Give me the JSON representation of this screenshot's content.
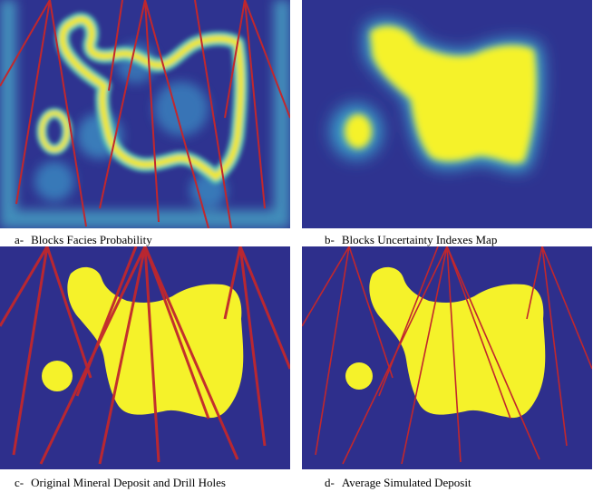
{
  "figure": {
    "panels": [
      {
        "id": "a",
        "label": "a-",
        "caption": "Blocks Facies Probability"
      },
      {
        "id": "b",
        "label": "b-",
        "caption": "Blocks Uncertainty Indexes Map"
      },
      {
        "id": "c",
        "label": "c-",
        "caption": "Original Mineral Deposit and Drill Holes"
      },
      {
        "id": "d",
        "label": "d-",
        "caption": "Average Simulated Deposit"
      }
    ]
  },
  "colors": {
    "background": "#2e2f8c",
    "deposit": "#f5f22a",
    "drill_hole": "#c1272d",
    "mid_cyan": "#3fb8d6",
    "light_green": "#8fd98a"
  }
}
